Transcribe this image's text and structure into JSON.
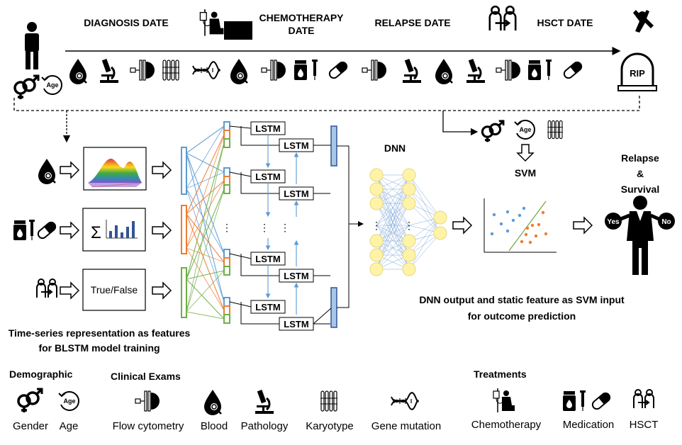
{
  "timeline": {
    "diagnosis": "DIAGNOSIS DATE",
    "chemo_line1": "CHEMOTHERAPY",
    "chemo_line2": "DATE",
    "relapse": "RELAPSE DATE",
    "hsct": "HSCT DATE",
    "rip": "RIP"
  },
  "age_badge": "Age",
  "inputs": {
    "true_false": "True/False",
    "sigma": "Σ"
  },
  "lstm_label": "LSTM",
  "dnn_label": "DNN",
  "svm_label": "SVM",
  "outcome": {
    "line1": "Relapse",
    "line2": "&",
    "line3": "Survival",
    "yes": "Yes",
    "no": "No"
  },
  "captions": {
    "left_line1": "Time-series representation as features",
    "left_line2": "for BLSTM model training",
    "right_line1": "DNN output and static feature as SVM input",
    "right_line2": "for outcome prediction"
  },
  "legend": {
    "demographic": "Demographic",
    "clinical": "Clinical Exams",
    "treatments": "Treatments",
    "gender": "Gender",
    "age": "Age",
    "flow": "Flow cytometry",
    "blood": "Blood",
    "pathology": "Pathology",
    "karyotype": "Karyotype",
    "gene": "Gene mutation",
    "chemo": "Chemotherapy",
    "medication": "Medication",
    "hsct": "HSCT"
  },
  "colors": {
    "blue": "#5b9bd5",
    "orange": "#ed7d31",
    "green": "#70ad47",
    "node": "#fff3a8",
    "vector": "#a9c6e8"
  }
}
